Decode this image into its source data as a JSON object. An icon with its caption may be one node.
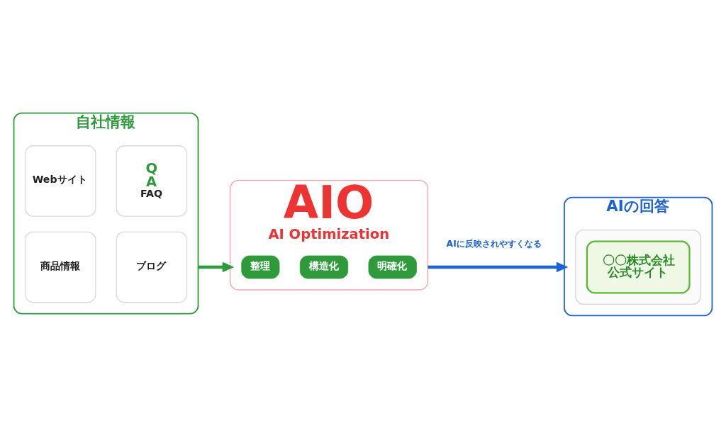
{
  "diagram": {
    "nodes": [
      {
        "text": [
          "自社情報"
        ]
      },
      {
        "text": [
          "Webサイト"
        ],
        "in": 0
      },
      {
        "text": [
          "Q",
          "A",
          "FAQ"
        ],
        "in": 0
      },
      {
        "text": [
          "商品情報"
        ],
        "in": 0
      },
      {
        "text": [
          "ブログ"
        ],
        "in": 0
      },
      {
        "text": [
          "AIO",
          "AI Optimization"
        ]
      },
      {
        "text": [
          "整理"
        ],
        "in": 5
      },
      {
        "text": [
          "構造化"
        ],
        "in": 5
      },
      {
        "text": [
          "明確化"
        ],
        "in": 5
      },
      {
        "text": [
          "AIの回答"
        ]
      },
      {
        "text": [],
        "shape": "box",
        "in": 9
      },
      {
        "text": [
          "〇〇株式会社公式サイト"
        ],
        "in": 10
      }
    ],
    "edges": [
      {
        "from": 0,
        "to": 5,
        "arrow": "to",
        "color": "#2e9a3c"
      },
      {
        "from": 5,
        "to": 9,
        "arrow": "to",
        "label": "AIに反映されやすくなる",
        "color": "#1a62d6"
      }
    ]
  }
}
